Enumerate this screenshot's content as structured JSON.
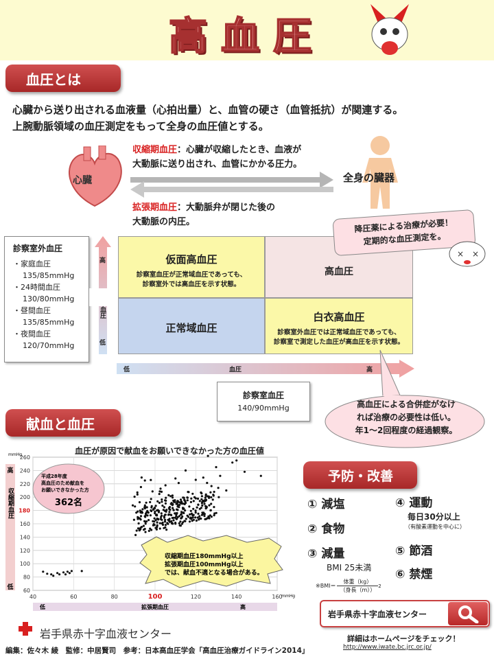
{
  "header": {
    "title": "高血圧"
  },
  "section1": {
    "heading": "血圧とは",
    "intro_line1": "心臓から送り出される血液量（心拍出量）と、血管の硬さ（血管抵抗）が関連する。",
    "intro_line2": "上腕動脈領域の血圧測定をもって全身の血圧値とする。",
    "heart_label": "心臓",
    "body_label": "全身の臓器",
    "systolic_term": "収縮期血圧",
    "systolic_desc1": "：心臓が収縮したとき、血液が",
    "systolic_desc2": "大動脈に送り出され、血管にかかる圧力。",
    "diastolic_term": "拡張期血圧",
    "diastolic_desc1": "：大動脈弁が閉じた後の",
    "diastolic_desc2": "大動脈の内圧。"
  },
  "outside_bp": {
    "title": "診察室外血圧",
    "items": [
      {
        "label": "・家庭血圧",
        "value": "135/85mmHg"
      },
      {
        "label": "・24時間血圧",
        "value": "130/80mmHg"
      },
      {
        "label": "・昼間血圧",
        "value": "135/85mmHg"
      },
      {
        "label": "・夜間血圧",
        "value": "120/70mmHg"
      }
    ]
  },
  "matrix": {
    "y_high": "高",
    "y_mid": "血圧",
    "y_low": "低",
    "x_low": "低",
    "x_mid": "血圧",
    "x_high": "高",
    "masked_title": "仮面高血圧",
    "masked_desc1": "診察室血圧が正常域血圧であっても、",
    "masked_desc2": "診察室外では高血圧を示す状態。",
    "hypertension": "高血圧",
    "normal": "正常域血圧",
    "whitecoat_title": "白衣高血圧",
    "whitecoat_desc1": "診察室外血圧では正常域血圧であっても、",
    "whitecoat_desc2": "診察室で測定した血圧が高血圧を示す状態。"
  },
  "office_bp": {
    "title": "診察室血圧",
    "value": "140/90mmHg"
  },
  "callout_treat": {
    "line1": "降圧薬による治療が必要！",
    "line2": "定期的な血圧測定を。"
  },
  "callout_observe": {
    "line1": "高血圧による合併症がなけ",
    "line2": "れば治療の必要性は低い。",
    "line3": "年1〜2回程度の経過観察。"
  },
  "section2": {
    "heading": "献血と血圧"
  },
  "chart_data": {
    "type": "scatter",
    "title": "血圧が原因で献血をお願いできなかった方の血圧値",
    "xlabel": "拡張期血圧",
    "ylabel": "収縮期血圧",
    "x_unit": "mmHg",
    "y_unit": "mmHg",
    "xlim": [
      40,
      160
    ],
    "ylim": [
      60,
      260
    ],
    "x_ticks": [
      40,
      60,
      80,
      100,
      120,
      140,
      160
    ],
    "y_ticks": [
      60,
      80,
      100,
      120,
      140,
      160,
      180,
      200,
      220,
      240,
      260
    ],
    "x_highlight": 100,
    "y_highlight": 180,
    "x_axis_low": "低",
    "x_axis_high": "高",
    "y_axis_high": "高",
    "y_axis_low": "低",
    "grid": true,
    "low_cluster": [
      [
        45,
        88
      ],
      [
        47,
        85
      ],
      [
        49,
        84
      ],
      [
        50,
        82
      ],
      [
        52,
        86
      ],
      [
        53,
        84
      ],
      [
        55,
        87
      ],
      [
        56,
        84
      ],
      [
        57,
        88
      ],
      [
        58,
        86
      ],
      [
        59,
        89
      ],
      [
        64,
        89
      ]
    ],
    "high_outliers": [
      [
        126,
        262
      ],
      [
        130,
        245
      ],
      [
        138,
        252
      ],
      [
        140,
        255
      ],
      [
        152,
        232
      ],
      [
        144,
        238
      ],
      [
        135,
        210
      ],
      [
        132,
        232
      ],
      [
        95,
        225
      ],
      [
        115,
        240
      ],
      [
        110,
        228
      ],
      [
        120,
        226
      ]
    ],
    "annotation_box": {
      "line1": "平成28年度",
      "line2": "高血圧のため献血を",
      "line3": "お願いできなかった方",
      "count": "362名"
    },
    "note": {
      "line1": "収縮期血圧180mmHg以上",
      "line2": "拡張期血圧100mmHg以上",
      "line3": "では、献血不適となる場合がある。"
    }
  },
  "prevention": {
    "heading": "予防・改善",
    "items": [
      {
        "num": "①",
        "label": "減塩"
      },
      {
        "num": "②",
        "label": "食物"
      },
      {
        "num": "③",
        "label": "減量"
      },
      {
        "num": "④",
        "label": "運動"
      },
      {
        "num": "⑤",
        "label": "節酒"
      },
      {
        "num": "⑥",
        "label": "禁煙"
      }
    ],
    "exercise_sub": "毎日30分以上",
    "exercise_note": "（有酸素運動を中心に）",
    "bmi_target": "BMI 25未満",
    "bmi_formula_prefix": "※BMI＝",
    "bmi_numerator": "体重（kg）",
    "bmi_denominator": "（身長（m））",
    "bmi_exp": "2"
  },
  "search": {
    "value": "岩手県赤十字血液センター",
    "note": "詳細はホームページをチェック！",
    "url": "http://www.iwate.bc.jrc.or.jp/"
  },
  "footer": {
    "org": "岩手県赤十字血液センター",
    "credits": "編集：佐々木 綾　監修：中居賢司　参考：日本高血圧学会「高血圧治療ガイドライン2014」"
  }
}
